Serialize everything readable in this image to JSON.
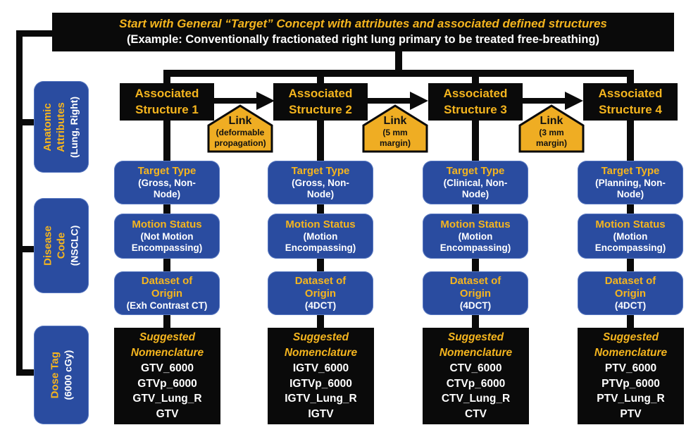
{
  "colors": {
    "blue": "#2a4ca0",
    "gold": "#efad23",
    "yellow_text": "#f5b51e",
    "black": "#0a0a0a"
  },
  "title": {
    "line1": "Start with General “Target” Concept with attributes and associated defined structures",
    "line2": "(Example: Conventionally fractionated right lung  primary to be treated free-breathing)"
  },
  "left_attributes": [
    {
      "lines": "Anatomic\nAttributes",
      "sub": "(Lung, Right)"
    },
    {
      "lines": "Disease Code",
      "sub": "(NSCLC)"
    },
    {
      "lines": "Dose Tag",
      "sub": "(6000 cGy)"
    }
  ],
  "links": [
    {
      "label": "Link",
      "detail": "(deformable\npropagation)"
    },
    {
      "label": "Link",
      "detail": "(5 mm\nmargin)"
    },
    {
      "label": "Link",
      "detail": "(3 mm\nmargin)"
    }
  ],
  "columns": [
    {
      "structure": "Associated\nStructure 1",
      "target_type_title": "Target Type",
      "target_type_detail": "(Gross, Non-\nNode)",
      "motion_title": "Motion Status",
      "motion_detail": "(Not Motion\nEncompassing)",
      "dataset_title": "Dataset of\nOrigin",
      "dataset_detail": "(Exh Contrast CT)",
      "nom_heading": "Suggested\nNomenclature",
      "nom_items": [
        "GTV_6000",
        "GTVp_6000",
        "GTV_Lung_R",
        "GTV"
      ]
    },
    {
      "structure": "Associated\nStructure 2",
      "target_type_title": "Target Type",
      "target_type_detail": "(Gross, Non-\nNode)",
      "motion_title": "Motion Status",
      "motion_detail": "(Motion\nEncompassing)",
      "dataset_title": "Dataset of\nOrigin",
      "dataset_detail": "(4DCT)",
      "nom_heading": "Suggested\nNomenclature",
      "nom_items": [
        "IGTV_6000",
        "IGTVp_6000",
        "IGTV_Lung_R",
        "IGTV"
      ]
    },
    {
      "structure": "Associated\nStructure 3",
      "target_type_title": "Target Type",
      "target_type_detail": "(Clinical, Non-\nNode)",
      "motion_title": "Motion Status",
      "motion_detail": "(Motion\nEncompassing)",
      "dataset_title": "Dataset of\nOrigin",
      "dataset_detail": "(4DCT)",
      "nom_heading": "Suggested\nNomenclature",
      "nom_items": [
        "CTV_6000",
        "CTVp_6000",
        "CTV_Lung_R",
        "CTV"
      ]
    },
    {
      "structure": "Associated\nStructure 4",
      "target_type_title": "Target Type",
      "target_type_detail": "(Planning, Non-\nNode)",
      "motion_title": "Motion Status",
      "motion_detail": "(Motion\nEncompassing)",
      "dataset_title": "Dataset of\nOrigin",
      "dataset_detail": "(4DCT)",
      "nom_heading": "Suggested\nNomenclature",
      "nom_items": [
        "PTV_6000",
        "PTVp_6000",
        "PTV_Lung_R",
        "PTV"
      ]
    }
  ]
}
